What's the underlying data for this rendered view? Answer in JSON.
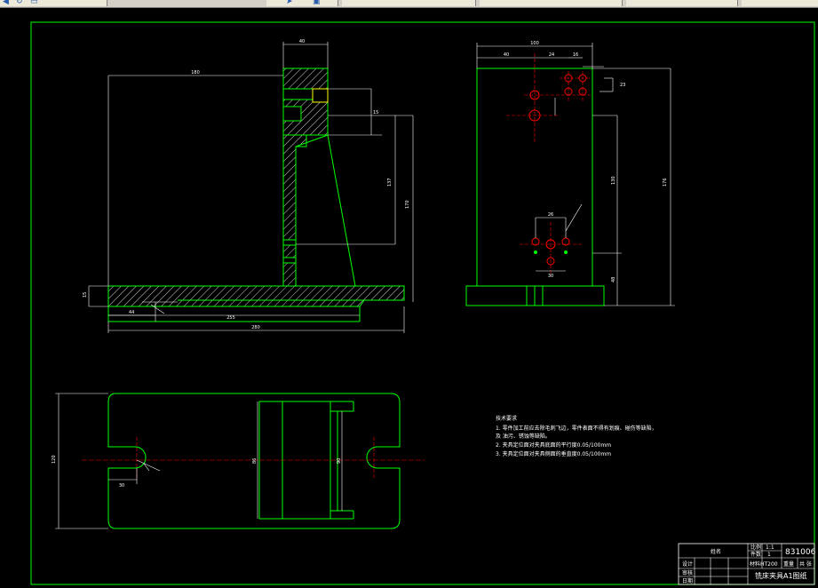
{
  "toolbar": {
    "icons": [
      "arrow-icon",
      "refresh-icon",
      "folder-icon",
      "pointer-icon",
      "save-icon"
    ]
  },
  "colors": {
    "background": "#000000",
    "border": "#00ff00",
    "geometry": "#00ff00",
    "dimension": "#ffffff",
    "centerline": "#ff0000",
    "frame_ui": "#d4d0c8"
  },
  "technical_notes": {
    "heading": "技术要求",
    "lines": [
      "1. 零件加工前应去除毛刺飞边，零件表面不得有划痕、碰伤等缺陷，",
      "   及 油污、锈蚀等缺陷。",
      "2. 夹具定位面对夹具底面的平行度0.05/100mm",
      "3. 夹具定位面对夹具侧面的垂直度0.05/100mm"
    ]
  },
  "title_block": {
    "designer_label": "姓名",
    "scale_label": "比例",
    "scale_value": "1:1",
    "count_label": "件数",
    "count_value": "1",
    "drawing_number": "831006",
    "material_label": "材料",
    "material_value": "HT200",
    "weight_label": "重量",
    "sheet_label": "共 张",
    "title": "铣床夹具A1图纸",
    "row_labels": [
      "设计",
      "审核",
      "日期"
    ]
  },
  "dimensions": {
    "front_top_width": "40",
    "front_height": "180",
    "front_mid_height": "137",
    "front_total_height": "170",
    "front_base_length": "280",
    "front_base_inner": "255",
    "front_base_left": "44",
    "front_base_thickness": "15",
    "side_top_width": "100",
    "side_offset": "40",
    "side_hole_spacing": "24",
    "side_hole_pitch": "16",
    "side_height": "130",
    "side_total": "176",
    "side_lower": "48",
    "side_bottom": "23",
    "side_pattern_width": "26",
    "side_pattern_depth": "30",
    "plan_height": "120",
    "plan_slot_width": "30",
    "plan_inner": "86",
    "plan_center": "90"
  }
}
